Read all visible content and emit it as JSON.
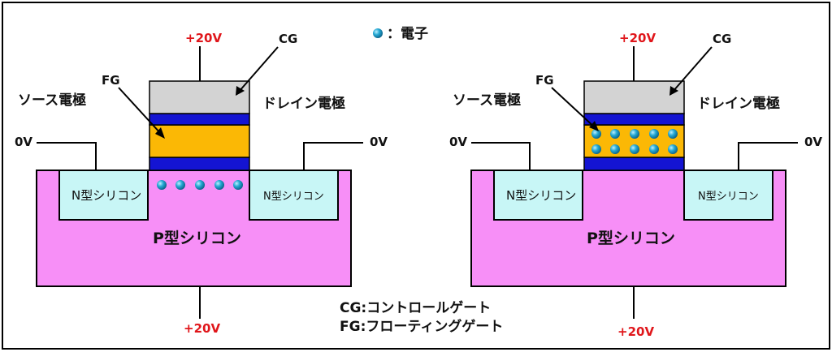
{
  "legend": {
    "electron_label": "：電子"
  },
  "left": {
    "gate_voltage": "+20V",
    "cg_label": "CG",
    "fg_label": "FG",
    "source_label": "ソース電極",
    "drain_label": "ドレイン電極",
    "source_voltage": "0V",
    "drain_voltage": "0V",
    "n_left_label": "N型シリコン",
    "n_right_label": "N型シリコン",
    "p_label": "P型シリコン",
    "substrate_voltage": "+20V",
    "electron_count_channel": 5
  },
  "right": {
    "gate_voltage": "+20V",
    "cg_label": "CG",
    "fg_label": "FG",
    "source_label": "ソース電極",
    "drain_label": "ドレイン電極",
    "source_voltage": "0V",
    "drain_voltage": "0V",
    "n_left_label": "N型シリコン",
    "n_right_label": "N型シリコン",
    "p_label": "P型シリコン",
    "substrate_voltage": "+20V",
    "electron_count_fg": 10
  },
  "notes": {
    "cg_def": "CG:コントロールゲート",
    "fg_def": "FG:フローティングゲート"
  },
  "colors": {
    "p_silicon": "#f78ff7",
    "n_silicon": "#c8f6f6",
    "floating_gate": "#fbb805",
    "oxide": "#1414d2",
    "control_gate": "#d3d3d3",
    "electron": "#1d9fc9",
    "voltage_red": "#e0161b"
  }
}
